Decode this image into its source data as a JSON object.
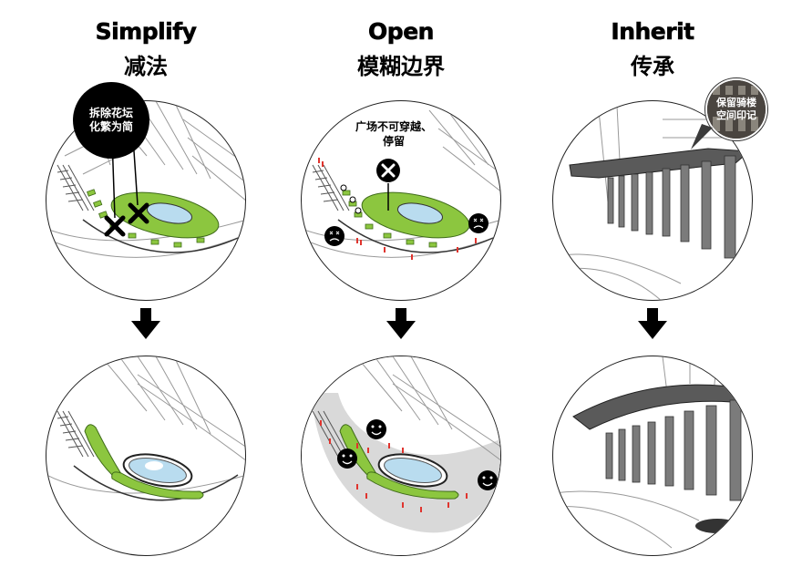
{
  "columns": [
    {
      "id": "simplify",
      "title_en": "Simplify",
      "title_cn": "减法",
      "callout": "拆除花坛\n化繁为简"
    },
    {
      "id": "open",
      "title_en": "Open",
      "title_cn": "模糊边界",
      "callout": "广场不可穿越、\n停留"
    },
    {
      "id": "inherit",
      "title_en": "Inherit",
      "title_cn": "传承",
      "callout": "保留骑楼\n空间印记"
    }
  ],
  "colors": {
    "green": "#8cc63f",
    "dark_green": "#3f6b1a",
    "water": "#b9dcef",
    "pink_people": "#e0342e",
    "canopy": "#5a5a5a",
    "column": "#7b7b7b"
  },
  "icons": [
    "cross-mark-icon",
    "x-circle-icon",
    "sad-face-icon",
    "happy-face-icon",
    "down-arrow-icon"
  ]
}
